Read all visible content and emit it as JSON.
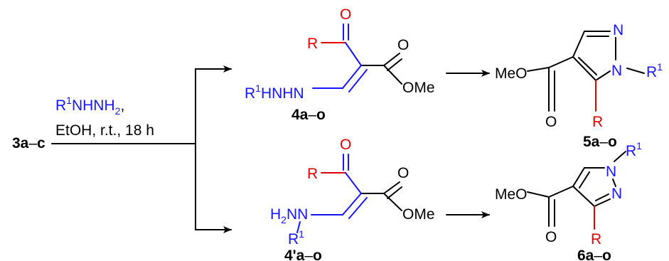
{
  "colors": {
    "black": "#000000",
    "blue": "#1515ff",
    "red": "#e00000"
  },
  "reagents": {
    "reagent_r1": "R",
    "reagent_sup": "1",
    "reagent_rest": "NHNH",
    "reagent_sub": "2",
    "reagent_comma": ",",
    "conditions": "EtOH, r.t., 18 h"
  },
  "starting_material": {
    "label_a": "3a",
    "label_dash": "–",
    "label_c": "c"
  },
  "compound4": {
    "label_a": "4a",
    "label_dash": "–",
    "label_o": "o",
    "R": "R",
    "O_ketone": "O",
    "O_ester": "O",
    "OMe": "OMe",
    "hydrazine_R": "R",
    "hydrazine_sup": "1",
    "hydrazine_rest": "HNHN"
  },
  "compound4p": {
    "label_a": "4'a",
    "label_dash": "–",
    "label_o": "o",
    "R": "R",
    "O_ketone": "O",
    "O_ester": "O",
    "OMe": "OMe",
    "H": "H",
    "sub2": "2",
    "NN": "NN",
    "R1": "R",
    "R1_sup": "1"
  },
  "compound5": {
    "label_a": "5a",
    "label_dash": "–",
    "label_o": "o",
    "MeO": "MeO",
    "O": "O",
    "N1": "N",
    "N2": "N",
    "R": "R",
    "R1": "R",
    "R1_sup": "1"
  },
  "compound6": {
    "label_a": "6a",
    "label_dash": "–",
    "label_o": "o",
    "MeO": "MeO",
    "O": "O",
    "N1": "N",
    "N2": "N",
    "R": "R",
    "R1": "R",
    "R1_sup": "1"
  }
}
